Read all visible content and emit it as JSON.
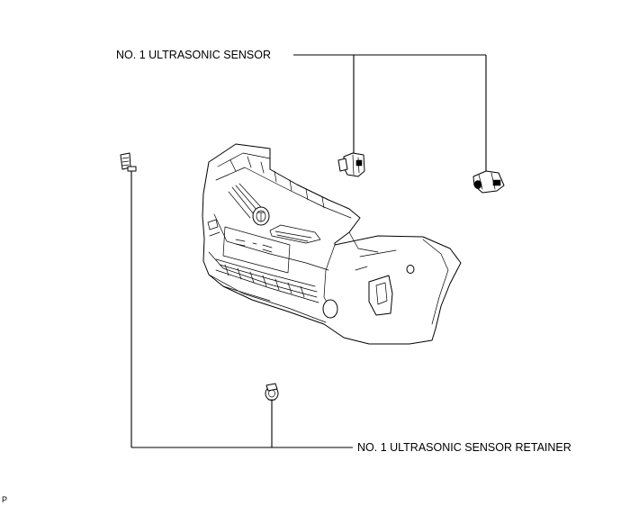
{
  "labels": {
    "sensor": "NO. 1 ULTRASONIC SENSOR",
    "retainer": "NO. 1 ULTRASONIC SENSOR RETAINER"
  },
  "corner_mark": "P",
  "icons": {
    "bumper": "front-bumper-icon",
    "sensor_upper": "ultrasonic-sensor-icon",
    "sensor_right": "ultrasonic-sensor-icon",
    "retainer_lower": "sensor-retainer-icon",
    "retainer_left": "sensor-retainer-icon"
  }
}
